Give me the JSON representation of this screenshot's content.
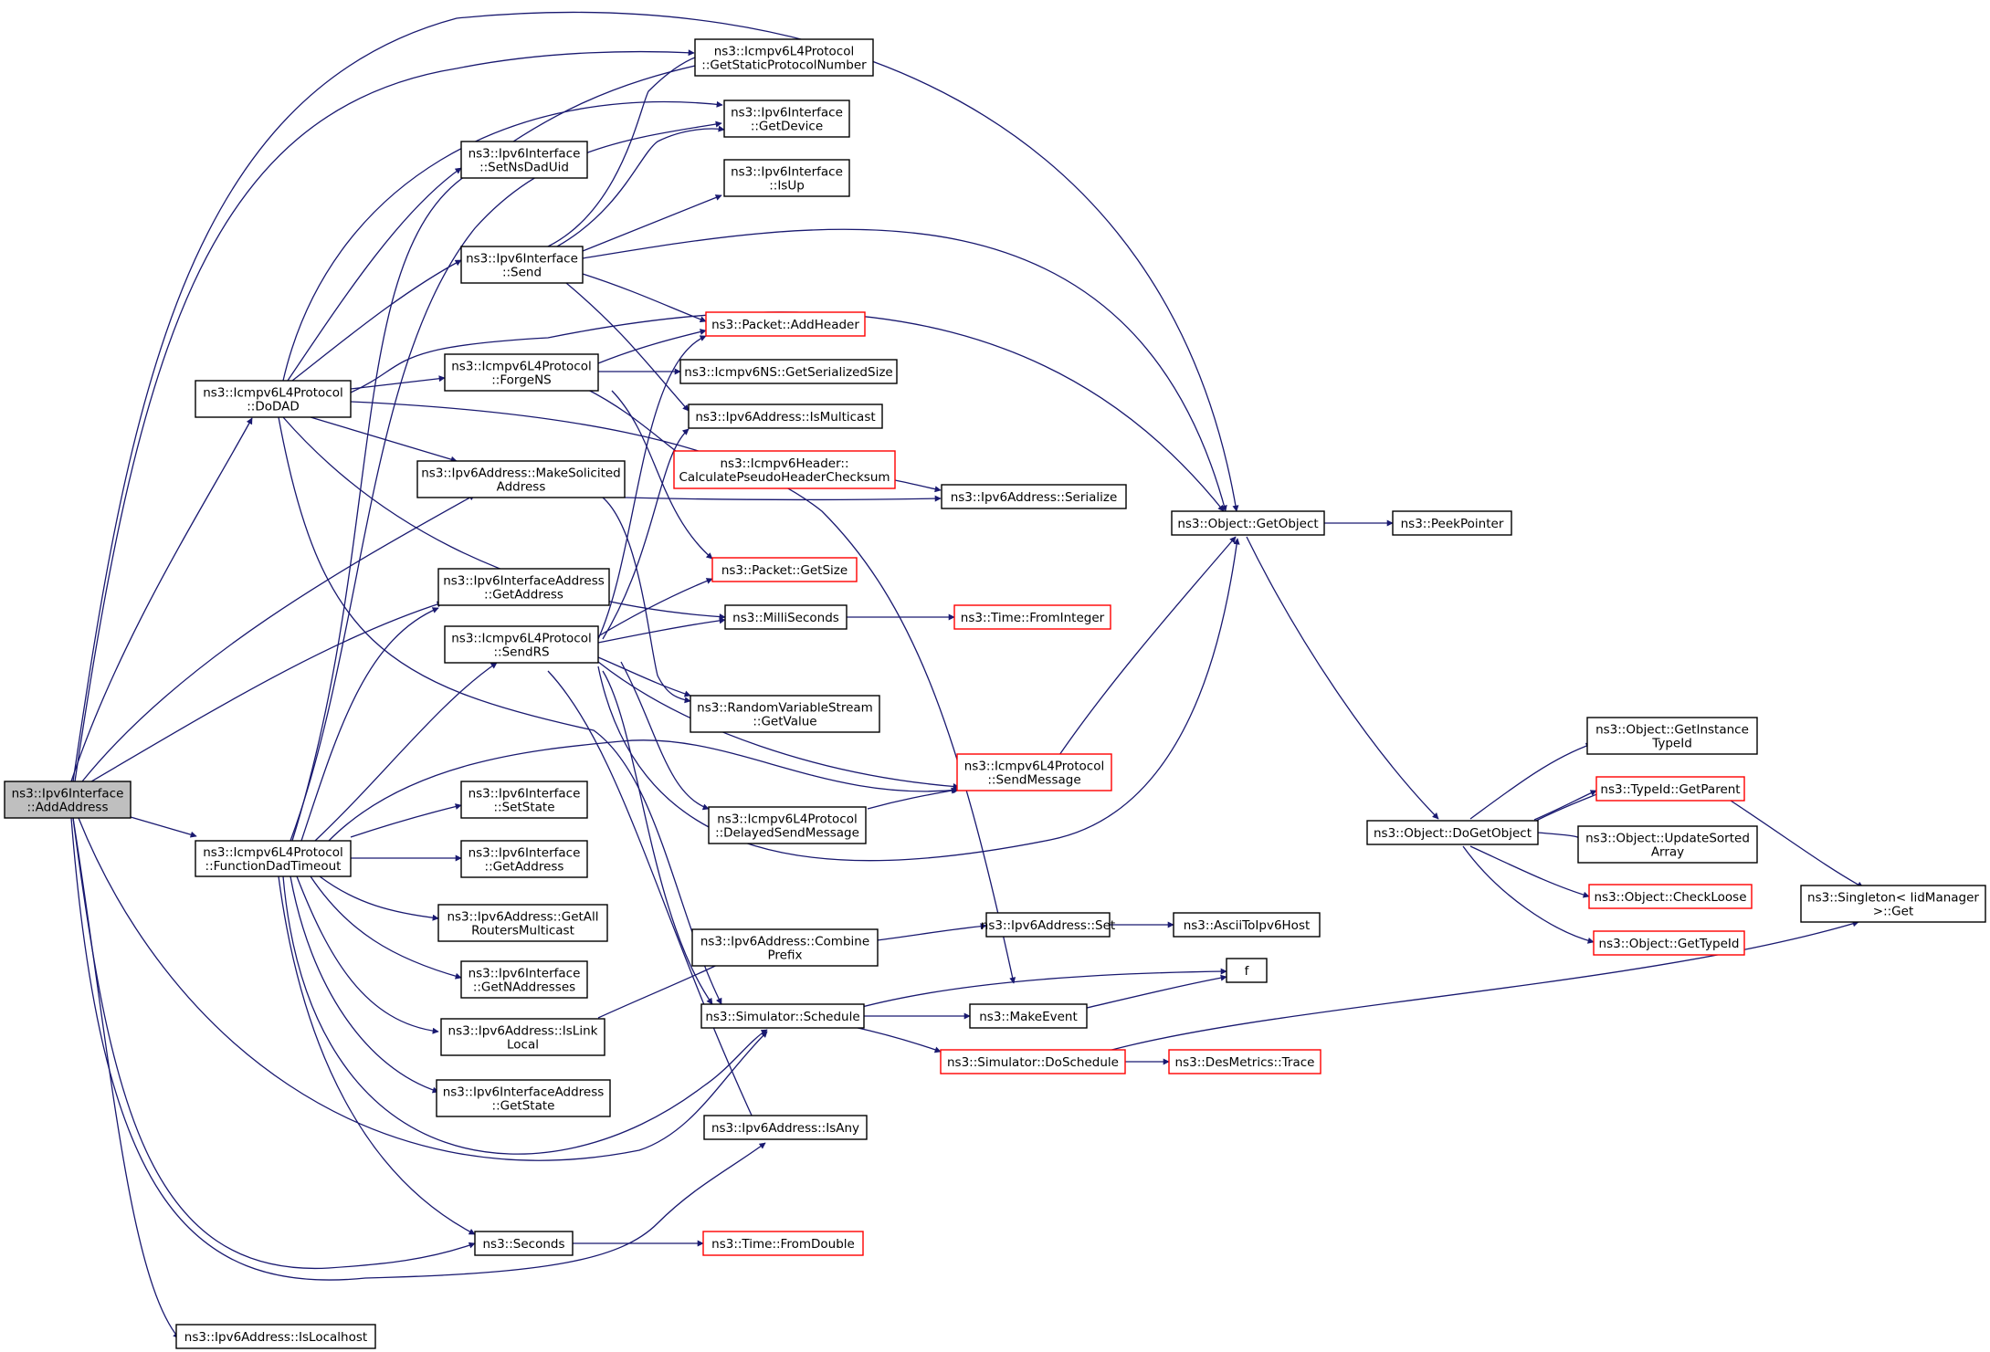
{
  "colors": {
    "edge": "#191970",
    "node_border": "#000000",
    "node_border_undocumented": "#ff0000",
    "root_fill": "#bfbfbf",
    "node_fill": "#ffffff"
  },
  "nodes": [
    {
      "id": "root",
      "lines": [
        "ns3::Ipv6Interface",
        "::AddAddress"
      ],
      "style": "root"
    },
    {
      "id": "doDad",
      "lines": [
        "ns3::Icmpv6L4Protocol",
        "::DoDAD"
      ],
      "style": "normal"
    },
    {
      "id": "fdt",
      "lines": [
        "ns3::Icmpv6L4Protocol",
        "::FunctionDadTimeout"
      ],
      "style": "normal"
    },
    {
      "id": "isLocalhost",
      "lines": [
        "ns3::Ipv6Address::IsLocalhost"
      ],
      "style": "normal"
    },
    {
      "id": "getStatic",
      "lines": [
        "ns3::Icmpv6L4Protocol",
        "::GetStaticProtocolNumber"
      ],
      "style": "normal"
    },
    {
      "id": "getDevice",
      "lines": [
        "ns3::Ipv6Interface",
        "::GetDevice"
      ],
      "style": "normal"
    },
    {
      "id": "setNsDadUid",
      "lines": [
        "ns3::Ipv6Interface",
        "::SetNsDadUid"
      ],
      "style": "normal"
    },
    {
      "id": "isUp",
      "lines": [
        "ns3::Ipv6Interface",
        "::IsUp"
      ],
      "style": "normal"
    },
    {
      "id": "send",
      "lines": [
        "ns3::Ipv6Interface",
        "::Send"
      ],
      "style": "normal"
    },
    {
      "id": "addHeader",
      "lines": [
        "ns3::Packet::AddHeader"
      ],
      "style": "red"
    },
    {
      "id": "forgeNS",
      "lines": [
        "ns3::Icmpv6L4Protocol",
        "::ForgeNS"
      ],
      "style": "normal"
    },
    {
      "id": "serSize",
      "lines": [
        "ns3::Icmpv6NS::GetSerializedSize"
      ],
      "style": "normal"
    },
    {
      "id": "isMulticast",
      "lines": [
        "ns3::Ipv6Address::IsMulticast"
      ],
      "style": "normal"
    },
    {
      "id": "calcPseudo",
      "lines": [
        "ns3::Icmpv6Header::",
        "CalculatePseudoHeaderChecksum"
      ],
      "style": "red"
    },
    {
      "id": "makeSolicited",
      "lines": [
        "ns3::Ipv6Address::MakeSolicited",
        "Address"
      ],
      "style": "normal"
    },
    {
      "id": "serialize",
      "lines": [
        "ns3::Ipv6Address::Serialize"
      ],
      "style": "normal"
    },
    {
      "id": "getObject",
      "lines": [
        "ns3::Object::GetObject"
      ],
      "style": "normal"
    },
    {
      "id": "peekPointer",
      "lines": [
        "ns3::PeekPointer"
      ],
      "style": "normal"
    },
    {
      "id": "getAddressIA",
      "lines": [
        "ns3::Ipv6InterfaceAddress",
        "::GetAddress"
      ],
      "style": "normal"
    },
    {
      "id": "getSize",
      "lines": [
        "ns3::Packet::GetSize"
      ],
      "style": "red"
    },
    {
      "id": "sendRS",
      "lines": [
        "ns3::Icmpv6L4Protocol",
        "::SendRS"
      ],
      "style": "normal"
    },
    {
      "id": "milliSeconds",
      "lines": [
        "ns3::MilliSeconds"
      ],
      "style": "normal"
    },
    {
      "id": "fromInteger",
      "lines": [
        "ns3::Time::FromInteger"
      ],
      "style": "red"
    },
    {
      "id": "rvsGetValue",
      "lines": [
        "ns3::RandomVariableStream",
        "::GetValue"
      ],
      "style": "normal"
    },
    {
      "id": "sendMessage",
      "lines": [
        "ns3::Icmpv6L4Protocol",
        "::SendMessage"
      ],
      "style": "red"
    },
    {
      "id": "setState",
      "lines": [
        "ns3::Ipv6Interface",
        "::SetState"
      ],
      "style": "normal"
    },
    {
      "id": "delayedSend",
      "lines": [
        "ns3::Icmpv6L4Protocol",
        "::DelayedSendMessage"
      ],
      "style": "normal"
    },
    {
      "id": "getAddressI",
      "lines": [
        "ns3::Ipv6Interface",
        "::GetAddress"
      ],
      "style": "normal"
    },
    {
      "id": "getAllRouters",
      "lines": [
        "ns3::Ipv6Address::GetAll",
        "RoutersMulticast"
      ],
      "style": "normal"
    },
    {
      "id": "combinePrefix",
      "lines": [
        "ns3::Ipv6Address::Combine",
        "Prefix"
      ],
      "style": "normal"
    },
    {
      "id": "ipv6Set",
      "lines": [
        "ns3::Ipv6Address::Set"
      ],
      "style": "normal"
    },
    {
      "id": "asciiToIpv6",
      "lines": [
        "ns3::AsciiToIpv6Host"
      ],
      "style": "normal"
    },
    {
      "id": "getNAddresses",
      "lines": [
        "ns3::Ipv6Interface",
        "::GetNAddresses"
      ],
      "style": "normal"
    },
    {
      "id": "f",
      "lines": [
        "f"
      ],
      "style": "normal"
    },
    {
      "id": "isLinkLocal",
      "lines": [
        "ns3::Ipv6Address::IsLink",
        "Local"
      ],
      "style": "normal"
    },
    {
      "id": "schedule",
      "lines": [
        "ns3::Simulator::Schedule"
      ],
      "style": "normal"
    },
    {
      "id": "makeEvent",
      "lines": [
        "ns3::MakeEvent"
      ],
      "style": "normal"
    },
    {
      "id": "doSchedule",
      "lines": [
        "ns3::Simulator::DoSchedule"
      ],
      "style": "red"
    },
    {
      "id": "desTrace",
      "lines": [
        "ns3::DesMetrics::Trace"
      ],
      "style": "red"
    },
    {
      "id": "getState",
      "lines": [
        "ns3::Ipv6InterfaceAddress",
        "::GetState"
      ],
      "style": "normal"
    },
    {
      "id": "isAny",
      "lines": [
        "ns3::Ipv6Address::IsAny"
      ],
      "style": "normal"
    },
    {
      "id": "seconds",
      "lines": [
        "ns3::Seconds"
      ],
      "style": "normal"
    },
    {
      "id": "fromDouble",
      "lines": [
        "ns3::Time::FromDouble"
      ],
      "style": "red"
    },
    {
      "id": "doGetObject",
      "lines": [
        "ns3::Object::DoGetObject"
      ],
      "style": "normal"
    },
    {
      "id": "getInstanceTypeId",
      "lines": [
        "ns3::Object::GetInstance",
        "TypeId"
      ],
      "style": "normal"
    },
    {
      "id": "getParent",
      "lines": [
        "ns3::TypeId::GetParent"
      ],
      "style": "red"
    },
    {
      "id": "updateSorted",
      "lines": [
        "ns3::Object::UpdateSorted",
        "Array"
      ],
      "style": "normal"
    },
    {
      "id": "checkLoose",
      "lines": [
        "ns3::Object::CheckLoose"
      ],
      "style": "red"
    },
    {
      "id": "getTypeId",
      "lines": [
        "ns3::Object::GetTypeId"
      ],
      "style": "red"
    },
    {
      "id": "singletonGet",
      "lines": [
        "ns3::Singleton< IidManager",
        ">::Get"
      ],
      "style": "normal"
    }
  ]
}
